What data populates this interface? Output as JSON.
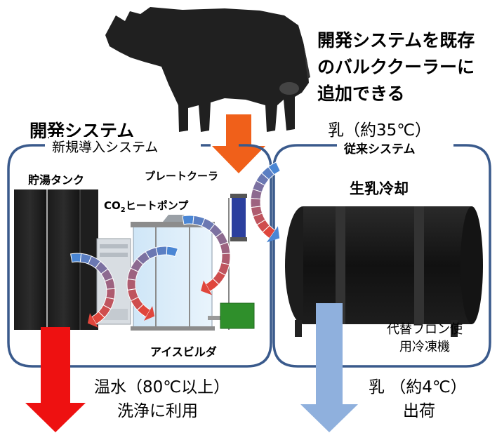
{
  "header": {
    "line1": "開発システムを既存",
    "line2": "のバルククーラーに",
    "line3": "追加できる"
  },
  "dev_system": {
    "title": "開発システム",
    "subtitle": "新規導入システム",
    "tank_label": "貯湯タンク",
    "plate_cooler_label": "プレートクーラ",
    "heat_pump_label_prefix": "CO",
    "heat_pump_label_sub": "2",
    "heat_pump_label_rest": "ヒートポンプ",
    "ice_builder_label": "アイスビルダ"
  },
  "conventional_system": {
    "title": "従来システム",
    "cooling_label": "生乳冷却",
    "refrigerator_line1": "代替フロン使",
    "refrigerator_line2": "用冷凍機"
  },
  "flows": {
    "milk_in": "乳（約35℃）",
    "hot_water_line1": "温水（80℃以上）",
    "hot_water_line2": "洗浄に利用",
    "milk_out_line1": "乳 （約4℃）",
    "milk_out_line2": "出荷"
  },
  "colors": {
    "frame_border": "#3a5a8c",
    "milk_in_arrow": "#f0601a",
    "hot_water_arrow": "#ee1111",
    "milk_out_arrow": "#8fb0dd",
    "cycle_cold": "#4a86d4",
    "cycle_hot": "#e0463c"
  }
}
